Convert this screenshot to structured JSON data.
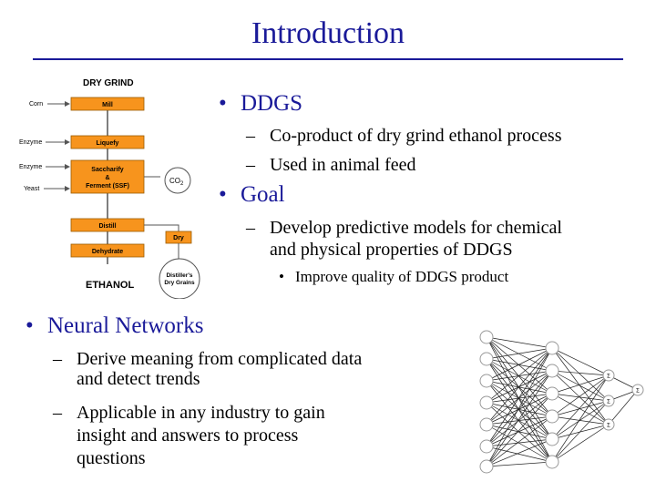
{
  "slide": {
    "title": "Introduction",
    "ddgs": {
      "heading": "DDGS",
      "points": [
        "Co-product of dry grind ethanol process",
        "Used in animal feed"
      ]
    },
    "goal": {
      "heading": "Goal",
      "point_line1": "Develop predictive models for chemical",
      "point_line2": "and physical properties of DDGS",
      "sub": "Improve quality of DDGS product"
    },
    "nn": {
      "heading": "Neural Networks",
      "p1_line1": "Derive meaning from complicated data",
      "p1_line2": "and detect trends",
      "p2_line1": "Applicable in any industry to gain",
      "p2_line2": "insight and answers to process",
      "p2_line3": "questions"
    },
    "bullet_glyph": "•",
    "dash_glyph": "–"
  },
  "dry_grind": {
    "title": "DRY GRIND",
    "inputs": {
      "corn": "Corn",
      "enzyme1": "Enzyme",
      "enzyme2": "Enzyme",
      "yeast": "Yeast"
    },
    "steps": {
      "mill": "Mill",
      "liquefy": "Liquefy",
      "saccharify_1": "Saccharify",
      "saccharify_2": "&",
      "saccharify_3": "Ferment (SSF)",
      "distill": "Distill",
      "dehydrate": "Dehydrate"
    },
    "co2": "CO",
    "co2_sub": "2",
    "dry": "Dry",
    "ddgs_1": "Distiller's",
    "ddgs_2": "Dry Grains",
    "ethanol": "ETHANOL",
    "colors": {
      "box": "#f7941d",
      "box_border": "#9a5a00",
      "line": "#555555"
    }
  },
  "network": {
    "layers": [
      7,
      6,
      3,
      1
    ],
    "hidden_label": "Σ",
    "output_label": "Σ",
    "colors": {
      "edge": "#222222",
      "node_stroke": "#999999",
      "node_fill": "#ffffff"
    }
  }
}
